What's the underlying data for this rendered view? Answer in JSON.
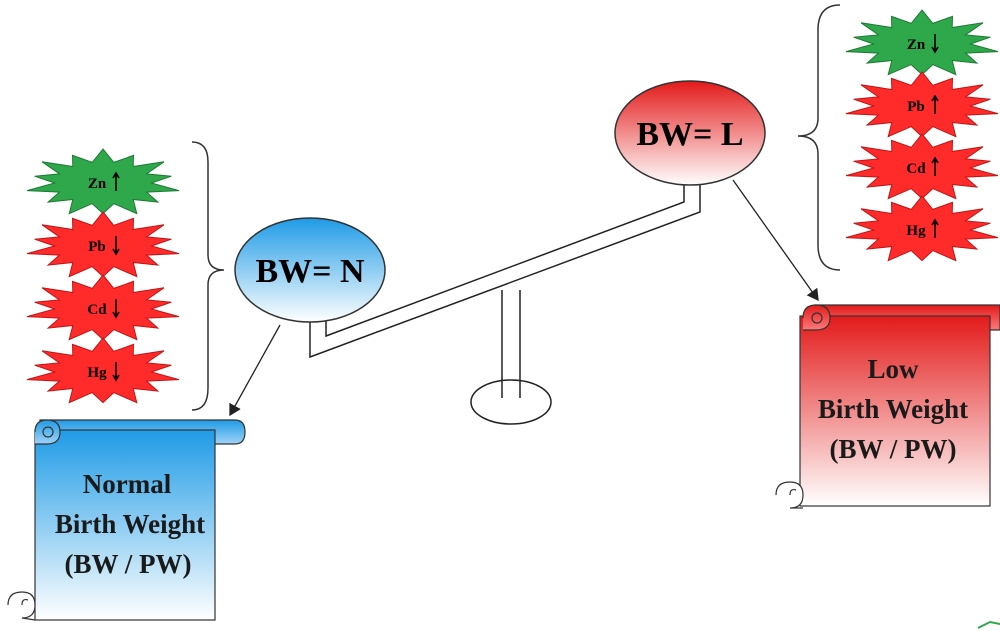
{
  "colors": {
    "green": "#2ea84a",
    "red": "#ff2a2a",
    "blue_top": "#1f9be6",
    "red_top": "#e31a1a"
  },
  "left_metals": [
    {
      "symbol": "Zn",
      "arrow": "up",
      "color": "green"
    },
    {
      "symbol": "Pb",
      "arrow": "down",
      "color": "red"
    },
    {
      "symbol": "Cd",
      "arrow": "down",
      "color": "red"
    },
    {
      "symbol": "Hg",
      "arrow": "down",
      "color": "red"
    }
  ],
  "right_metals": [
    {
      "symbol": "Zn",
      "arrow": "down",
      "color": "green"
    },
    {
      "symbol": "Pb",
      "arrow": "up",
      "color": "red"
    },
    {
      "symbol": "Cd",
      "arrow": "up",
      "color": "red"
    },
    {
      "symbol": "Hg",
      "arrow": "up",
      "color": "red"
    }
  ],
  "bw_normal": "BW= N",
  "bw_low": "BW= L",
  "normal_scroll": {
    "lines": [
      "Normal",
      "Birth Weight",
      "(BW / PW)"
    ]
  },
  "low_scroll": {
    "lines": [
      "Low",
      "Birth Weight",
      "(BW / PW)"
    ]
  }
}
